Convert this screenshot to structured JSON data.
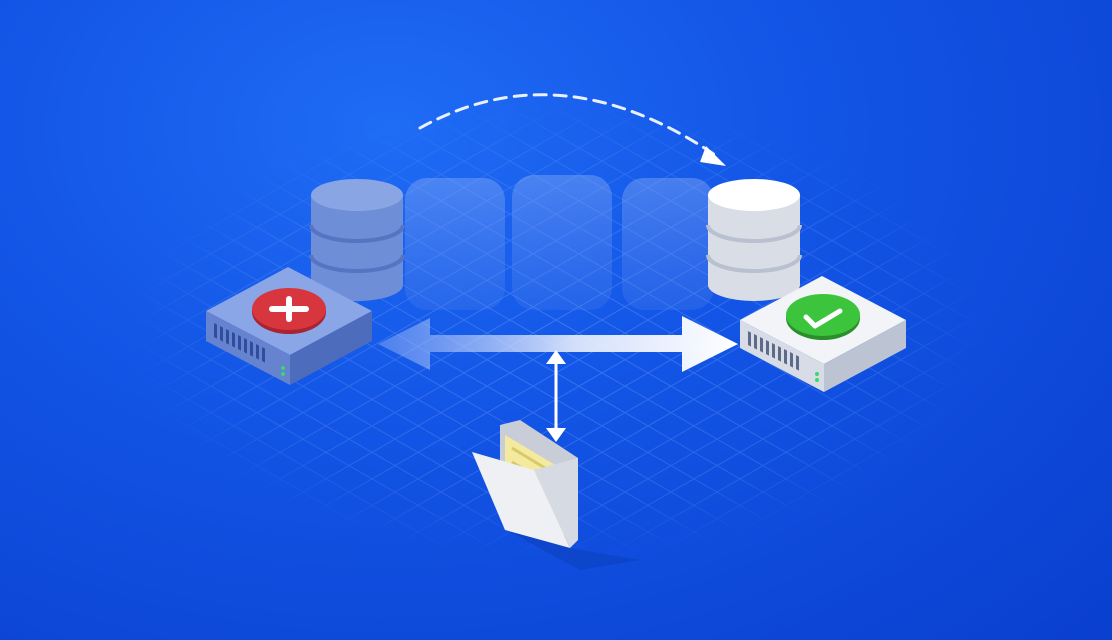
{
  "illustration": {
    "name": "database-failover-migration",
    "colors": {
      "background": "#1458e8",
      "grid_line": "#5c8ff5",
      "server_failed_top": "#7d9be0",
      "server_ok_top": "#f2f4f8",
      "error_badge": "#d8363e",
      "success_badge": "#3cc43c",
      "folder_paper": "#f3eaa0"
    },
    "source_server": {
      "status": "failed",
      "icon": "plus-cross-icon"
    },
    "target_server": {
      "status": "healthy",
      "icon": "check-icon"
    },
    "icons": [
      "database-icon",
      "server-icon",
      "folder-icon",
      "dashed-arrow-icon",
      "double-arrow-icon"
    ]
  }
}
